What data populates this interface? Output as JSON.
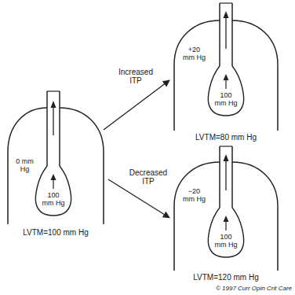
{
  "diagram": {
    "nodes": [
      {
        "text": [
          "0 mm Hg"
        ]
      },
      {
        "text": [
          "100 mm Hg"
        ],
        "in": 0
      },
      {
        "text": [
          "+20 mm Hg"
        ]
      },
      {
        "text": [
          "100 mm Hg"
        ],
        "in": 2
      },
      {
        "text": [
          "−20 mm Hg"
        ]
      },
      {
        "text": [
          "100 mm Hg"
        ],
        "in": 4
      }
    ],
    "edges": [
      {
        "from": 0,
        "to": 2,
        "arrow": "to",
        "label": "Increased ITP"
      },
      {
        "from": 0,
        "to": 4,
        "arrow": "to",
        "label": "Decreased ITP"
      }
    ],
    "labels": [
      "LVTM=100 mm Hg",
      "LVTM=80 mm Hg",
      "LVTM=120 mm Hg",
      "© 1997 Curr Opin Crit Care"
    ]
  }
}
